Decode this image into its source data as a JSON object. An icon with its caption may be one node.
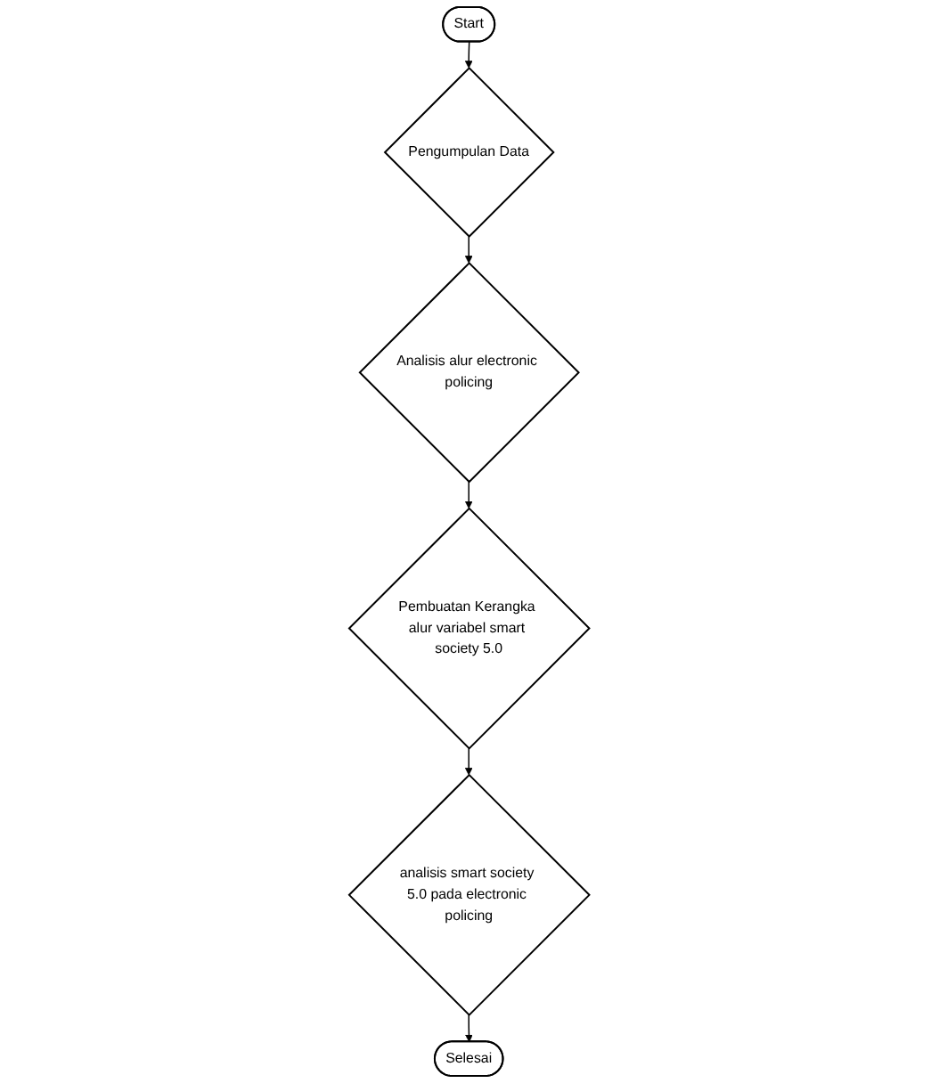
{
  "diagram": {
    "nodes": [
      {
        "text": [
          "Start"
        ]
      },
      {
        "text": [
          "Pengumpulan Data"
        ]
      },
      {
        "text": [
          "Analisis alur electronic policing"
        ]
      },
      {
        "text": [
          "Pembuatan Kerangka alur variabel smart society 5.0"
        ]
      },
      {
        "text": [
          "analisis smart society 5.0 pada electronic policing"
        ]
      },
      {
        "text": [
          "Selesai"
        ]
      }
    ],
    "edges": [
      {
        "from": 0,
        "to": 1,
        "arrow": "to"
      },
      {
        "from": 1,
        "to": 2,
        "arrow": "to"
      },
      {
        "from": 2,
        "to": 3,
        "arrow": "to"
      },
      {
        "from": 3,
        "to": 4,
        "arrow": "to"
      },
      {
        "from": 4,
        "to": 5,
        "arrow": "to"
      }
    ]
  }
}
